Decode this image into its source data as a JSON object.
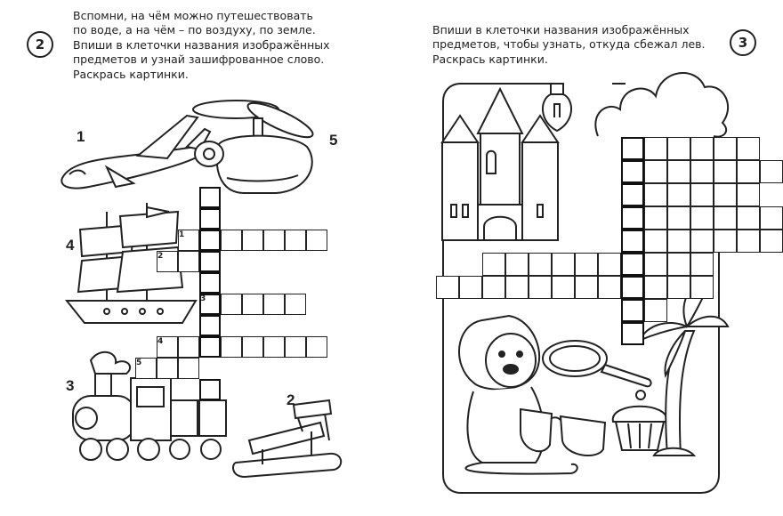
{
  "left_page": {
    "page_number": "2",
    "instruction": "Вспомни, на чём можно путешествовать\nпо воде, а на чём – по воздуху, по земле.\nВпиши в клеточки названия изображённых\nпредметов и узнай зашифрованное слово.\nРаскрась картинки.",
    "picture_numbers": [
      "1",
      "5",
      "4",
      "3",
      "2"
    ],
    "row_labels": [
      "1",
      "2",
      "3",
      "4",
      "5"
    ]
  },
  "right_page": {
    "page_number": "3",
    "instruction": "Впиши в клеточки названия изображённых\nпредметов, чтобы узнать, откуда сбежал лев.\nРаскрась картинки."
  },
  "colors": {
    "ink": "#222222",
    "paper": "#ffffff"
  },
  "icons": [
    "airplane-icon",
    "helicopter-icon",
    "sailing-ship-icon",
    "train-icon",
    "sled-icon",
    "castle-icon",
    "lightbulb-icon",
    "cloud-icon",
    "lion-icon",
    "frying-pan-icon",
    "sunglasses-icon",
    "cupcake-icon",
    "palm-tree-icon"
  ]
}
